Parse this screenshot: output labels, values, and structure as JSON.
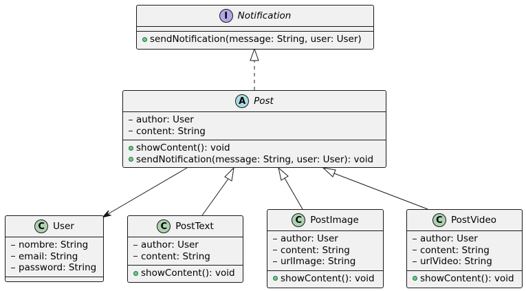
{
  "classes": {
    "notification": {
      "name": "Notification",
      "stereotype_icon": "I",
      "methods": [
        "sendNotification(message: String, user: User)"
      ]
    },
    "post": {
      "name": "Post",
      "stereotype_icon": "A",
      "fields": [
        "author: User",
        "content: String"
      ],
      "methods": [
        "showContent(): void",
        "sendNotification(message: String, user: User): void"
      ]
    },
    "user": {
      "name": "User",
      "stereotype_icon": "C",
      "fields": [
        "nombre: String",
        "email: String",
        "password: String"
      ]
    },
    "posttext": {
      "name": "PostText",
      "stereotype_icon": "C",
      "fields": [
        "author: User",
        "content: String"
      ],
      "methods": [
        "showContent(): void"
      ]
    },
    "postimage": {
      "name": "PostImage",
      "stereotype_icon": "C",
      "fields": [
        "author: User",
        "content: String",
        "urlImage: String"
      ],
      "methods": [
        "showContent(): void"
      ]
    },
    "postvideo": {
      "name": "PostVideo",
      "stereotype_icon": "C",
      "fields": [
        "author: User",
        "content: String",
        "urlVideo: String"
      ],
      "methods": [
        "showContent(): void"
      ]
    }
  },
  "colors": {
    "class_fill": "#f1f1f1",
    "border": "#181818",
    "class_badge": "#add1b2",
    "interface_badge": "#b4a7e5",
    "abstract_badge": "#a9dcdf",
    "public_marker": "#84be84",
    "private_marker": "#181818"
  }
}
